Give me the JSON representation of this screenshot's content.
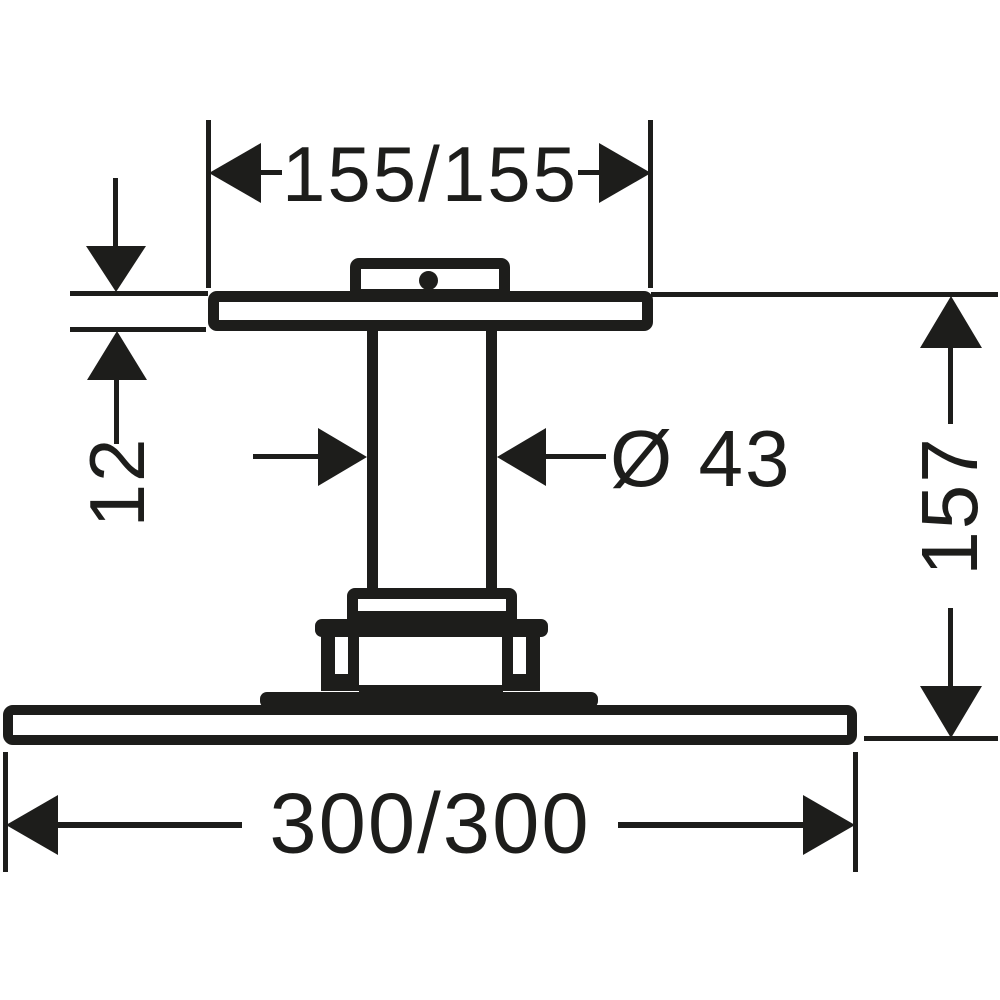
{
  "drawing": {
    "type": "technical-dimension-drawing",
    "colors": {
      "line": "#1d1d1b",
      "background": "#ffffff"
    },
    "dimensions": {
      "spray_face_width": "155/155",
      "ceiling_plate_thickness": "12",
      "pipe_diameter": "Ø 43",
      "drop_height": "157",
      "head_width": "300/300"
    }
  }
}
